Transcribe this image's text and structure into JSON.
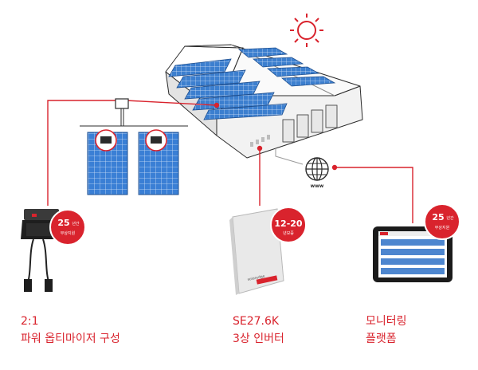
{
  "badges": {
    "optimizer": {
      "value": "25",
      "unit": "년간",
      "desc": "무상지원"
    },
    "inverter": {
      "value": "12-20",
      "desc": "년보증"
    },
    "monitor": {
      "value": "25",
      "unit": "년간",
      "desc": "무상지원"
    }
  },
  "internet_label": "www",
  "inverter_brand": "solaredge",
  "captions": {
    "optimizer": {
      "line1": "2:1",
      "line2": "파워 옵티마이저 구성"
    },
    "inverter": {
      "line1": "SE27.6K",
      "line2": "3상 인버터"
    },
    "monitor": {
      "line1": "모니터링",
      "line2": "플랫폼"
    }
  },
  "colors": {
    "accent_red": "#d9232d",
    "panel_blue": "#3a7fd5",
    "outline": "#2b2b2b"
  }
}
